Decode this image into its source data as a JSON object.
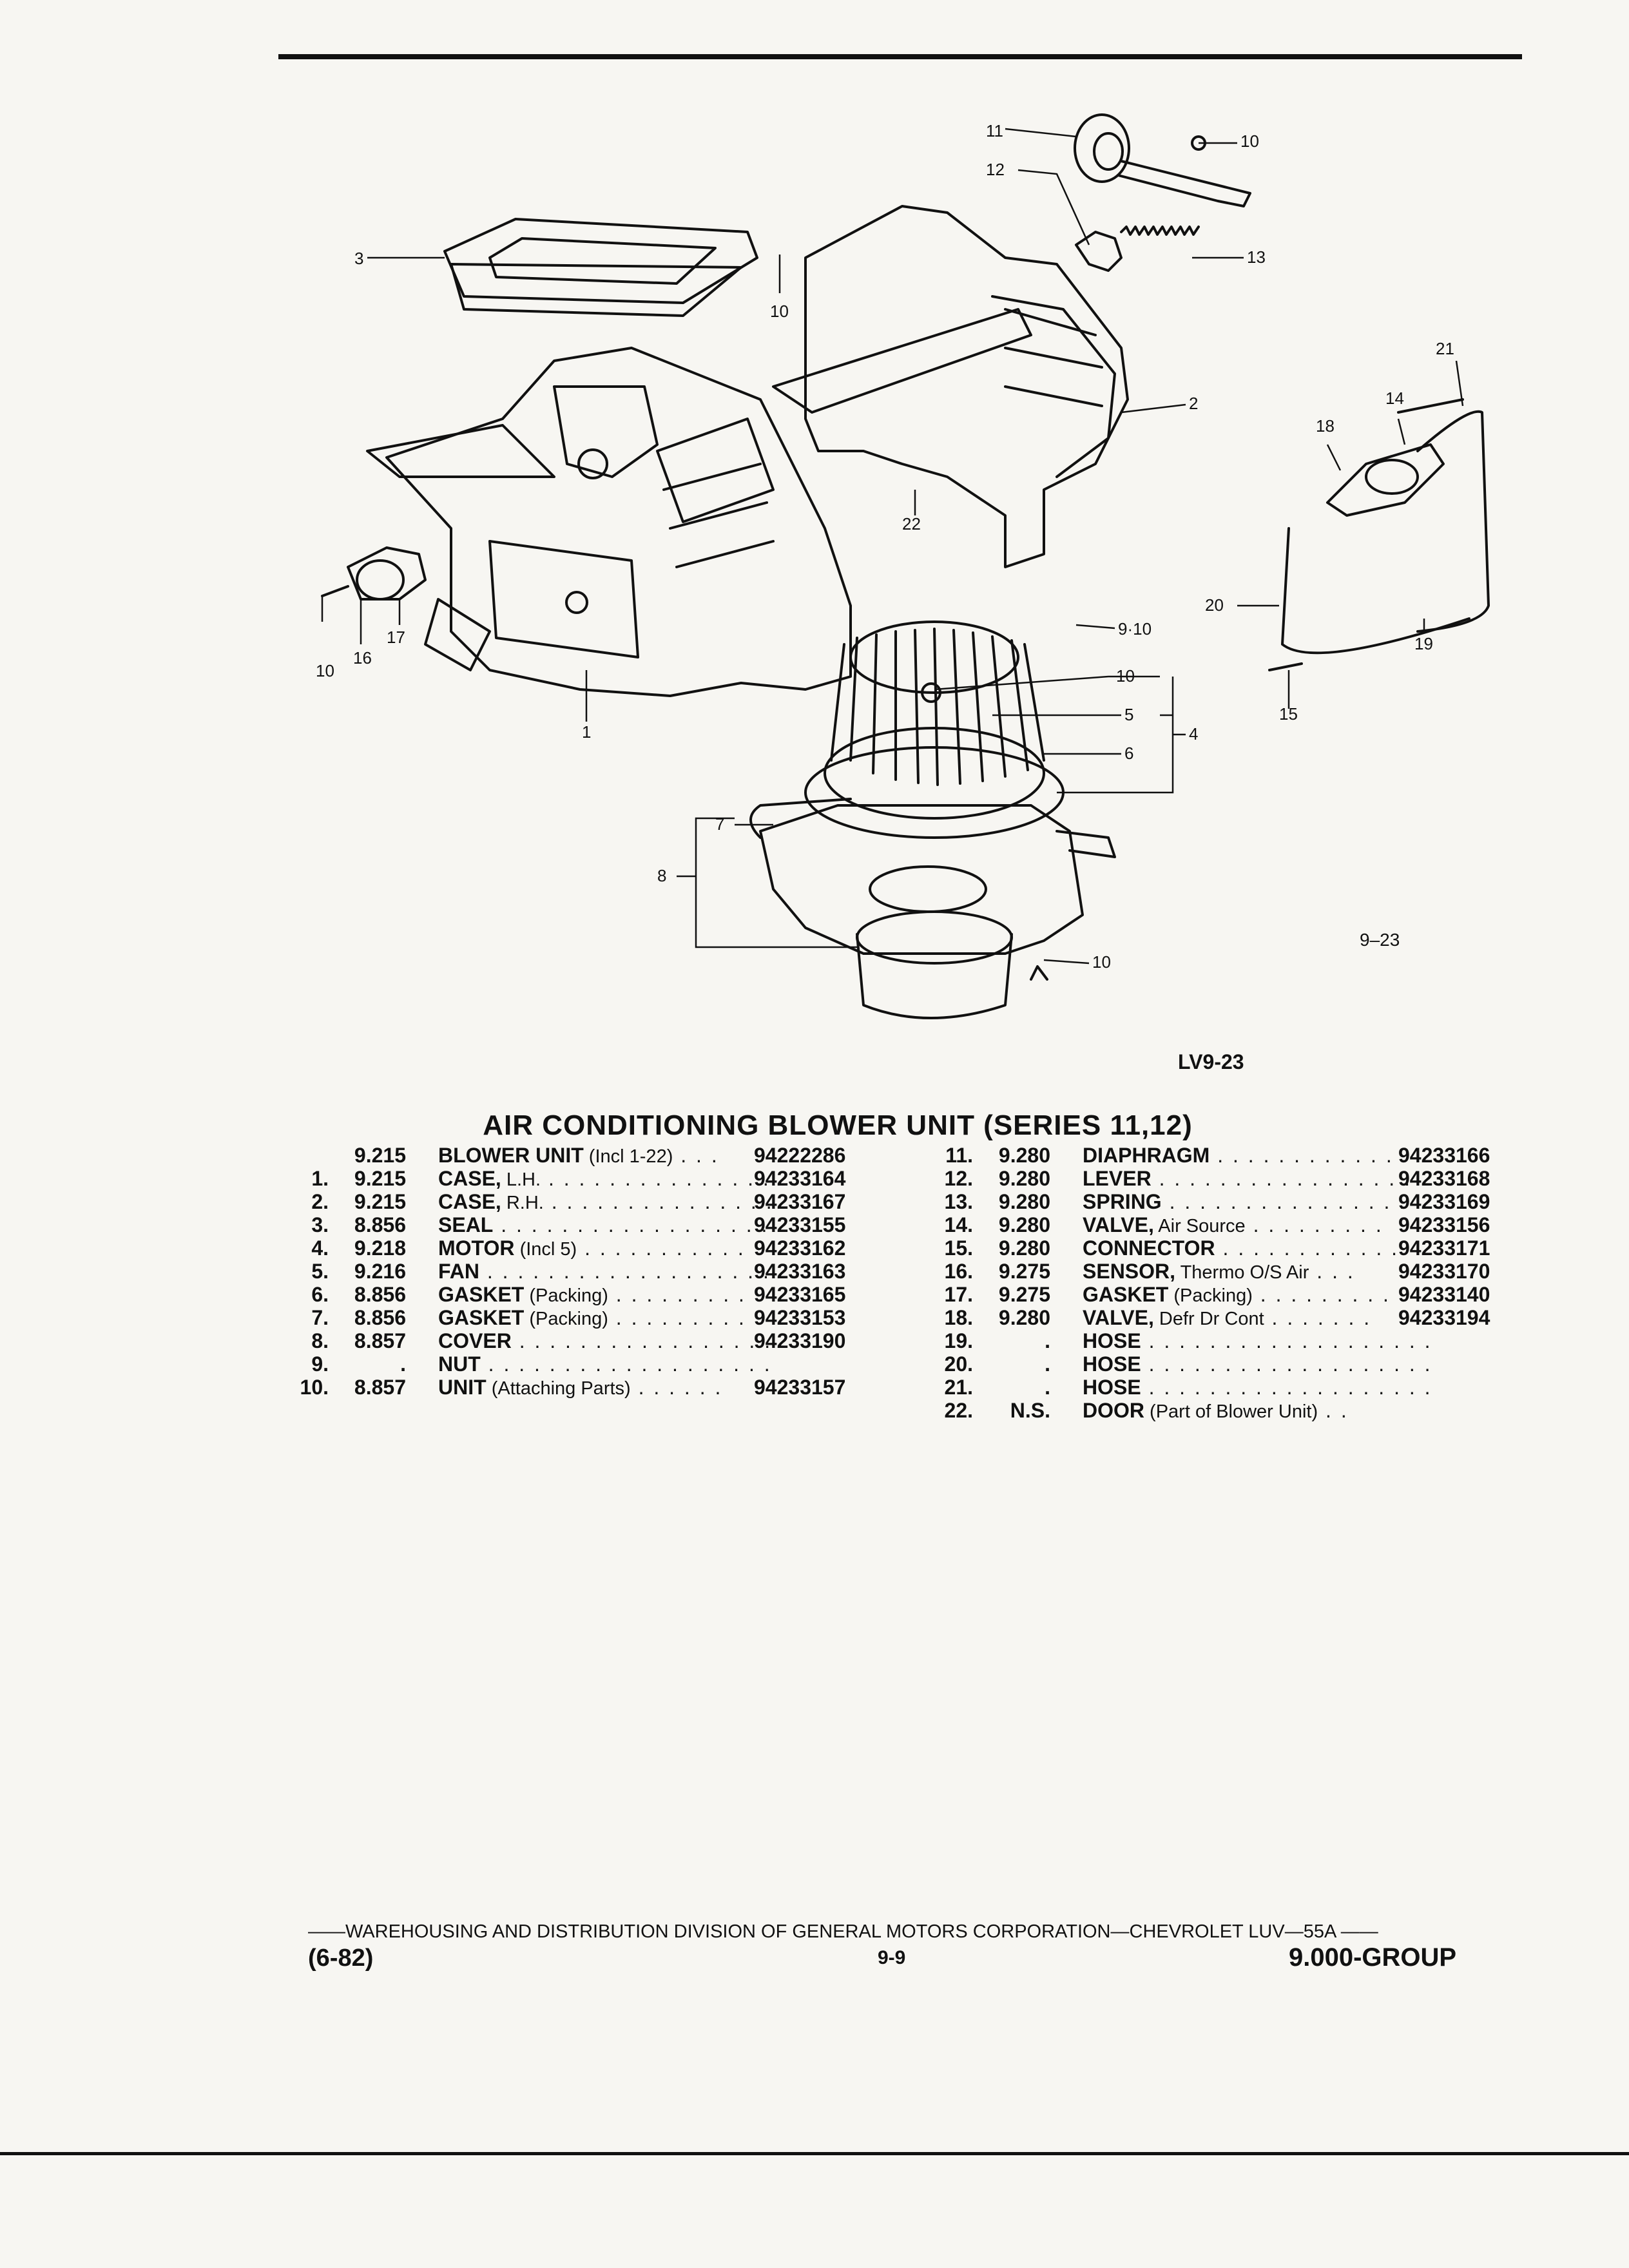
{
  "figure": {
    "callouts": {
      "c1": "1",
      "c2": "2",
      "c3": "3",
      "c4": "4",
      "c5": "5",
      "c6": "6",
      "c7": "7",
      "c8": "8",
      "c9_10": "9·10",
      "c10a": "10",
      "c10b": "10",
      "c10c": "10",
      "c10d": "10",
      "c10e": "10",
      "c11": "11",
      "c12": "12",
      "c13": "13",
      "c14": "14",
      "c15": "15",
      "c16": "16",
      "c17": "17",
      "c18": "18",
      "c19": "19",
      "c20": "20",
      "c21": "21",
      "c22": "22"
    },
    "figure_number": "9–23",
    "illustration_id": "LV9-23"
  },
  "title": "AIR CONDITIONING BLOWER UNIT (SERIES 11,12)",
  "parts_left": [
    {
      "num": "",
      "group": "9.215",
      "name": "BLOWER UNIT",
      "detail": " (Incl 1-22)",
      "dots": " . . .",
      "part": "94222286"
    },
    {
      "num": "1.",
      "group": "9.215",
      "name": "CASE,",
      "detail": " L.H.",
      "dots": " . . . . . . . . . . . . . . .",
      "part": "94233164"
    },
    {
      "num": "2.",
      "group": "9.215",
      "name": "CASE,",
      "detail": " R.H.",
      "dots": " . . . . . . . . . . . . . . .",
      "part": "94233167"
    },
    {
      "num": "3.",
      "group": "8.856",
      "name": "SEAL",
      "detail": "",
      "dots": " . . . . . . . . . . . . . . . . . .",
      "part": "94233155"
    },
    {
      "num": "4.",
      "group": "9.218",
      "name": "MOTOR",
      "detail": " (Incl 5)",
      "dots": " . . . . . . . . . . .",
      "part": "94233162"
    },
    {
      "num": "5.",
      "group": "9.216",
      "name": "FAN",
      "detail": "",
      "dots": " . . . . . . . . . . . . . . . . . . .",
      "part": "94233163"
    },
    {
      "num": "6.",
      "group": "8.856",
      "name": "GASKET",
      "detail": " (Packing)",
      "dots": " . . . . . . . . .",
      "part": "94233165"
    },
    {
      "num": "7.",
      "group": "8.856",
      "name": "GASKET",
      "detail": " (Packing)",
      "dots": " . . . . . . . . .",
      "part": "94233153"
    },
    {
      "num": "8.",
      "group": "8.857",
      "name": "COVER",
      "detail": "",
      "dots": " . . . . . . . . . . . . . . . . .",
      "part": "94233190"
    },
    {
      "num": "9.",
      "group": ".",
      "name": "NUT",
      "detail": "",
      "dots": " . . . . . . . . . . . . . . . . . . .",
      "part": ""
    },
    {
      "num": "10.",
      "group": "8.857",
      "name": "UNIT",
      "detail": " (Attaching Parts)",
      "dots": " . . . . . .",
      "part": "94233157"
    }
  ],
  "parts_right": [
    {
      "num": "11.",
      "group": "9.280",
      "name": "DIAPHRAGM",
      "detail": "",
      "dots": " . . . . . . . . . . . . .",
      "part": "94233166"
    },
    {
      "num": "12.",
      "group": "9.280",
      "name": "LEVER",
      "detail": "",
      "dots": " . . . . . . . . . . . . . . . . .",
      "part": "94233168"
    },
    {
      "num": "13.",
      "group": "9.280",
      "name": "SPRING",
      "detail": "",
      "dots": " . . . . . . . . . . . . . . . .",
      "part": "94233169"
    },
    {
      "num": "14.",
      "group": "9.280",
      "name": "VALVE,",
      "detail": " Air Source",
      "dots": " . . . . . . . . .",
      "part": "94233156"
    },
    {
      "num": "15.",
      "group": "9.280",
      "name": "CONNECTOR",
      "detail": "",
      "dots": " . . . . . . . . . . . .",
      "part": "94233171"
    },
    {
      "num": "16.",
      "group": "9.275",
      "name": "SENSOR,",
      "detail": " Thermo O/S Air",
      "dots": " . . .",
      "part": "94233170"
    },
    {
      "num": "17.",
      "group": "9.275",
      "name": "GASKET",
      "detail": " (Packing)",
      "dots": " . . . . . . . . .",
      "part": "94233140"
    },
    {
      "num": "18.",
      "group": "9.280",
      "name": "VALVE,",
      "detail": " Defr Dr Cont",
      "dots": " . . . . . . .",
      "part": "94233194"
    },
    {
      "num": "19.",
      "group": ".",
      "name": "HOSE",
      "detail": "",
      "dots": " . . . . . . . . . . . . . . . . . . .",
      "part": ""
    },
    {
      "num": "20.",
      "group": ".",
      "name": "HOSE",
      "detail": "",
      "dots": " . . . . . . . . . . . . . . . . . . .",
      "part": ""
    },
    {
      "num": "21.",
      "group": ".",
      "name": "HOSE",
      "detail": "",
      "dots": " . . . . . . . . . . . . . . . . . . .",
      "part": ""
    },
    {
      "num": "22.",
      "group": "N.S.",
      "name": "DOOR",
      "detail": " (Part of Blower Unit)",
      "dots": " . .",
      "part": ""
    }
  ],
  "footer": {
    "line": "——WAREHOUSING AND DISTRIBUTION  DIVISION OF GENERAL MOTORS CORPORATION—CHEVROLET LUV—55A  ——",
    "date": "(6-82)",
    "page": "9-9",
    "group": "9.000-GROUP"
  }
}
